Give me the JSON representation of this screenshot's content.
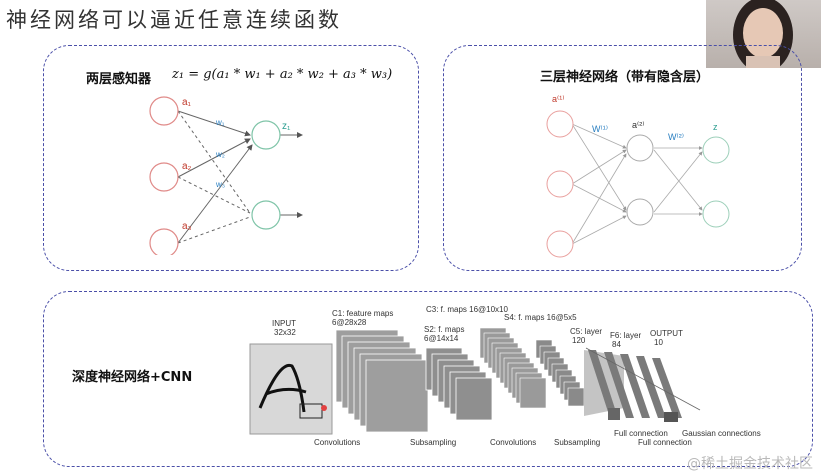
{
  "slide": {
    "title": "神经网络可以逼近任意连续函数"
  },
  "perceptron": {
    "title": "两层感知器",
    "formula": "z₁ = g(a₁ * w₁ + a₂ * w₂ + a₃ * w₃)",
    "labels": {
      "a1": "a₁",
      "a2": "a₂",
      "a3": "a₃",
      "w1": "w₁",
      "w2": "w₂",
      "w3": "w₃",
      "z1": "z₁"
    }
  },
  "three_layer": {
    "title": "三层神经网络（带有隐含层）",
    "labels": {
      "a1": "a⁽¹⁾",
      "w1": "W⁽¹⁾",
      "a2": "a⁽²⁾",
      "w2": "W⁽²⁾",
      "z": "z"
    }
  },
  "cnn": {
    "title": "深度神经网络+CNN",
    "labels": {
      "input": "INPUT",
      "input_size": "32x32",
      "c1": "C1: feature maps",
      "c1_size": "6@28x28",
      "s2": "S2: f. maps",
      "s2_size": "6@14x14",
      "c3": "C3: f. maps 16@10x10",
      "s4": "S4: f. maps 16@5x5",
      "c5": "C5: layer",
      "c5_size": "120",
      "f6": "F6: layer",
      "f6_size": "84",
      "output": "OUTPUT",
      "output_size": "10"
    },
    "ops": [
      "Convolutions",
      "Subsampling",
      "Convolutions",
      "Subsampling",
      "Full connection",
      "Full connection",
      "Gaussian connections"
    ]
  },
  "watermark": "@稀土掘金技术社区",
  "colors": {
    "border": "#4a4fa8",
    "node": "#d9534f",
    "label_red": "#c0392b",
    "label_blue": "#2a7fc1",
    "label_teal": "#2a9d8f"
  }
}
